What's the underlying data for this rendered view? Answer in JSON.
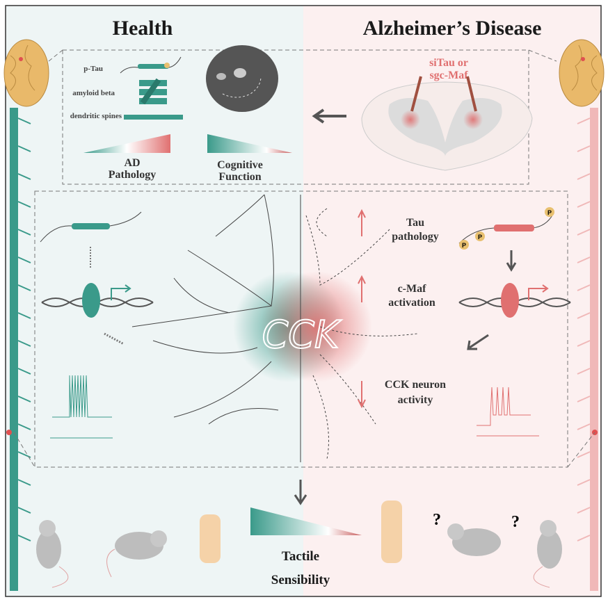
{
  "titles": {
    "left": "Health",
    "right": "Alzheimer’s Disease"
  },
  "top_panel": {
    "markers": [
      "p-Tau",
      "amyloid beta",
      "dendritic spines"
    ],
    "ad_pathology": [
      "AD",
      "Pathology"
    ],
    "cognitive_function": [
      "Cognitive",
      "Function"
    ],
    "treatment": [
      "siTau or",
      "sgc-Maf"
    ]
  },
  "middle_panel": {
    "neuron_label": "CCK",
    "tau": [
      "Tau",
      "pathology"
    ],
    "cmaf": [
      "c-Maf",
      "activation"
    ],
    "cck_activity": [
      "CCK neuron",
      "activity"
    ],
    "phospho_label": "P"
  },
  "bottom": {
    "tactile": [
      "Tactile",
      "Sensibility"
    ],
    "question_mark": "?"
  },
  "colors": {
    "teal": "#3a9a8a",
    "red": "#e07070",
    "left_bg": "#eef5f5",
    "right_bg": "#fcf0f0"
  }
}
